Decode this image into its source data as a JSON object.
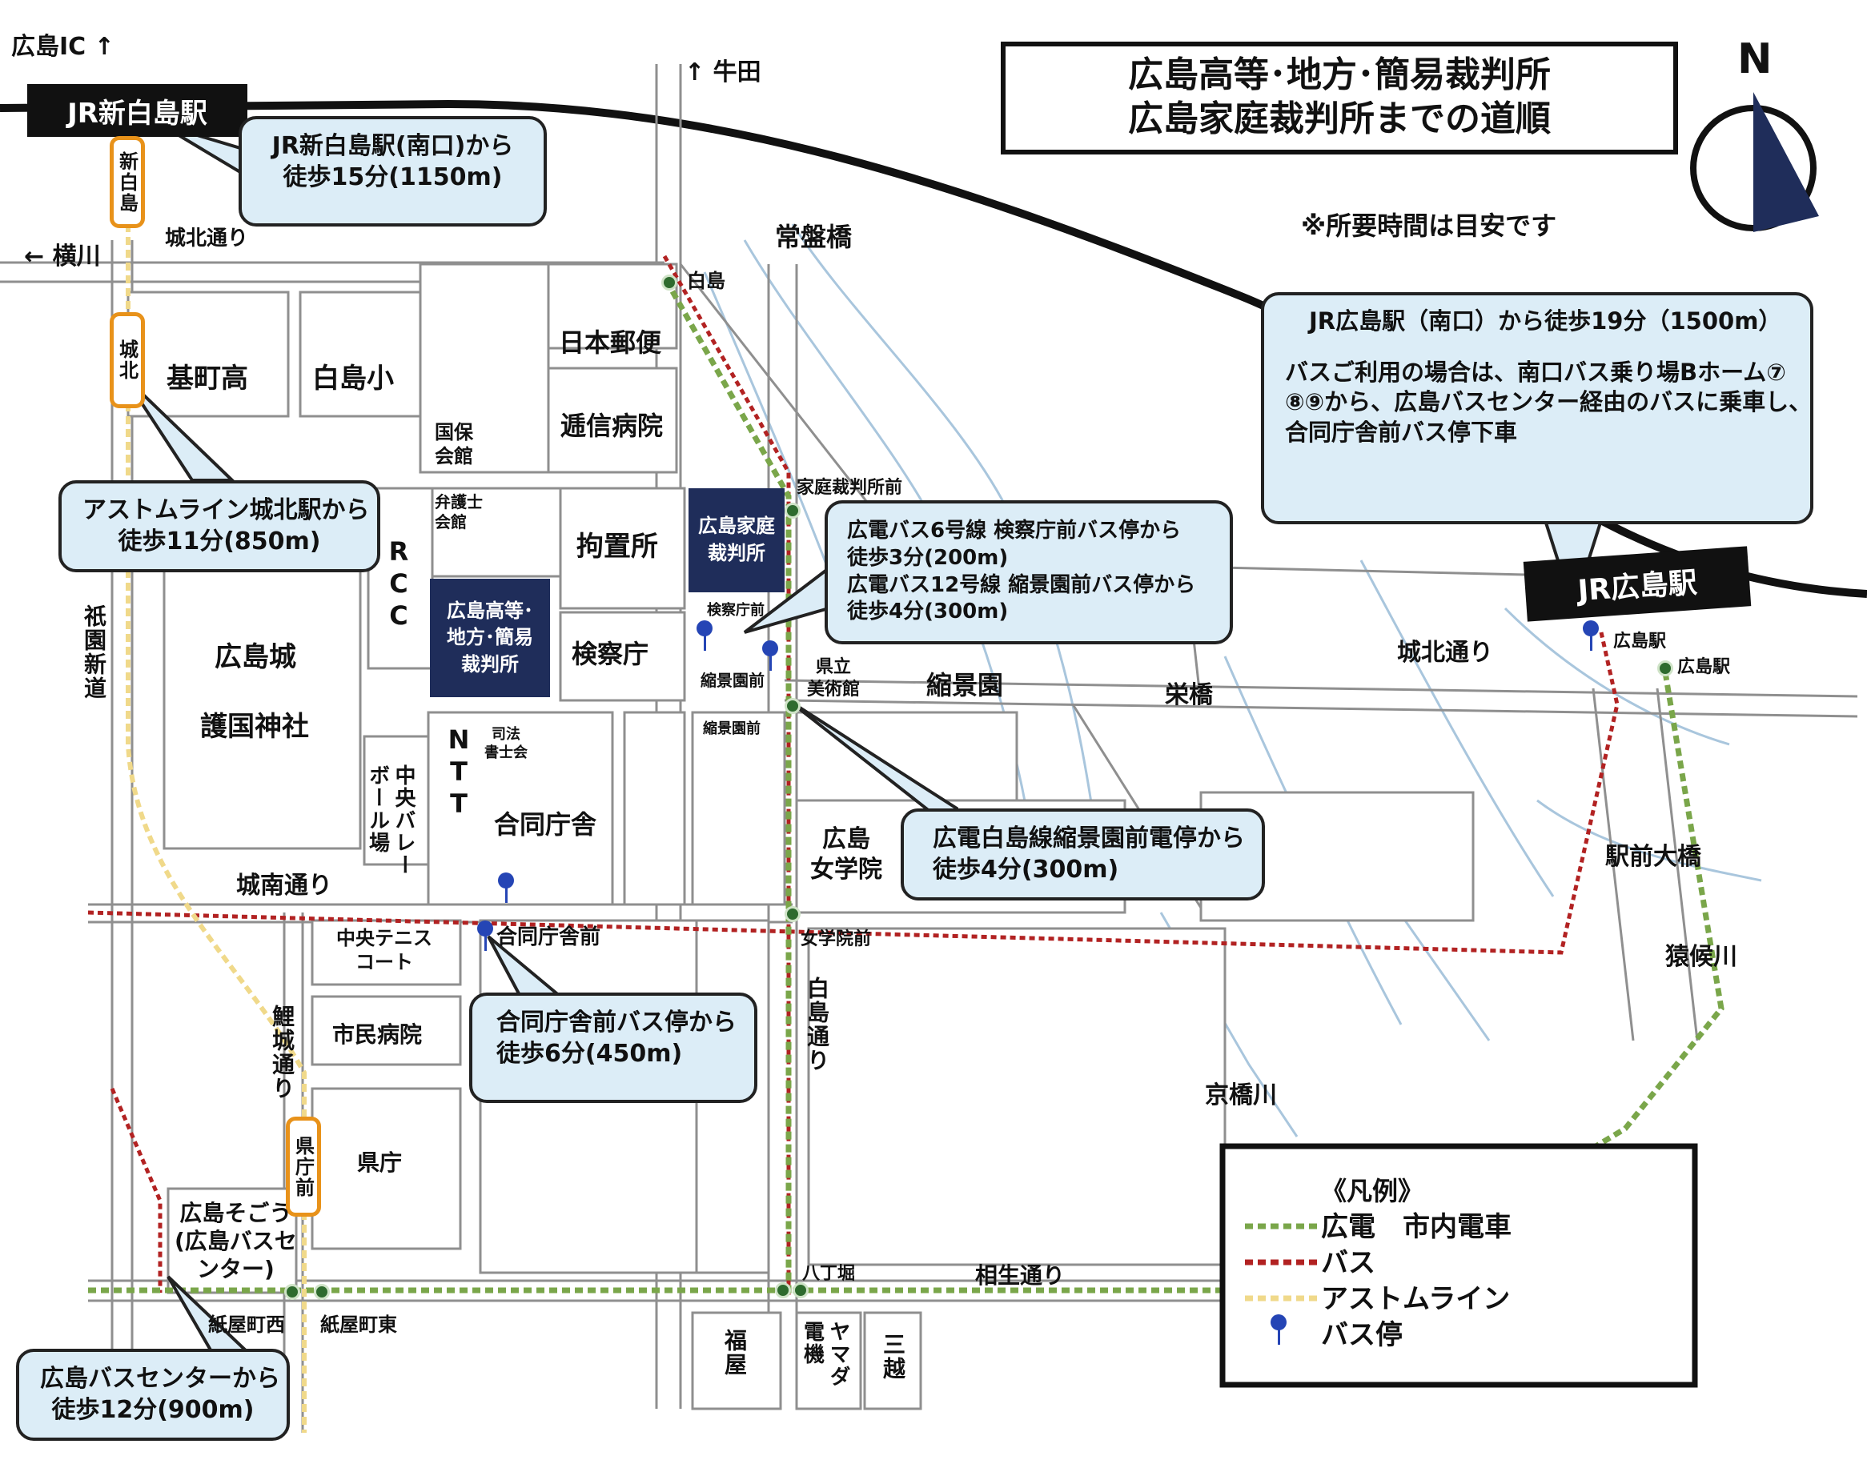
{
  "title": {
    "line1": "広島高等･地方･簡易裁判所",
    "line2": "広島家庭裁判所までの道順"
  },
  "compass": {
    "label": "N"
  },
  "note": "※所要時間は目安です",
  "colors": {
    "tram": "#7aa64a",
    "bus": "#b22222",
    "astram": "#f0d98a",
    "busstop": "#2545b5",
    "navy": "#1f2d5a",
    "callout": "#dcedf7",
    "station_border": "#e8921a"
  },
  "stations": {
    "shinhakushima_jr": "JR新白島駅",
    "hiroshima_jr": "JR広島駅"
  },
  "callouts": {
    "shinhakushima": [
      "JR新白島駅(南口)から",
      "徒歩15分(1150m)"
    ],
    "hiroshima": [
      "JR広島駅（南口）から徒歩19分（1500m）",
      "",
      "バスご利用の場合は、南口バス乗り場Bホーム⑦",
      "⑧⑨から、広島バスセンター経由のバスに乗車し、",
      "合同庁舎前バス停下車"
    ],
    "astram": [
      "アストムライン城北駅から",
      "徒歩11分(850m)"
    ],
    "kenbus": [
      "広電バス6号線 検察庁前バス停から",
      "徒歩3分(200m)",
      "広電バス12号線 縮景園前バス停から",
      "徒歩4分(300m)"
    ],
    "tramstop": [
      "広電白島線縮景園前電停から",
      "徒歩4分(300m)"
    ],
    "godo": [
      "合同庁舎前バス停から",
      "徒歩6分(450m)"
    ],
    "buscenter": [
      "広島バスセンターから",
      "徒歩12分(900m)"
    ]
  },
  "courts": {
    "high": [
      "広島高等･",
      "地方･簡易",
      "裁判所"
    ],
    "family": [
      "広島家庭",
      "裁判所"
    ]
  },
  "astram_stations": {
    "shinhakushima": "新白島",
    "johoku": "城北",
    "kenchomae": "県庁前"
  },
  "labels": {
    "ic": "広島IC ↑",
    "ushita": "↑ 牛田",
    "yokogawa": "← 横川",
    "johoku_dori_w": "城北通り",
    "johoku_dori_e": "城北通り",
    "tokiwabashi": "常盤橋",
    "hakushima_stop": "白島",
    "nihon_yubin": "日本郵便",
    "teishin": "逓信病院",
    "kokuho": [
      "国保",
      "会館"
    ],
    "motomachi": "基町高",
    "hakushima_sho": "白島小",
    "bengoshi": [
      "弁護士",
      "会館"
    ],
    "kochisho": "拘置所",
    "kenjisatsu": "検察庁",
    "rcc": "RCC",
    "hiroshima_jo": "広島城",
    "gokoku": "護国神社",
    "ntt": "NTT",
    "shiho": [
      "司法",
      "書士会"
    ],
    "chuo_volley": "中央バレーボール場",
    "godochosha": "合同庁舎",
    "jonan_dori": "城南通り",
    "kenritsu_bijutsukan": [
      "県立",
      "美術館"
    ],
    "shukkeien": "縮景園",
    "kasai_mae": "家庭裁判所前",
    "kensatsu_mae": "検察庁前",
    "shukkeien_mae_bus": "縮景園前",
    "shukkeien_mae_tram": "縮景園前",
    "sakaebashi": "栄橋",
    "hiroshima_jogakuin": [
      "広島",
      "女学院"
    ],
    "jogakuin_mae": "女学院前",
    "hakushima_dori": "白島通り",
    "chuo_tennis": [
      "中央テニス",
      "コート"
    ],
    "godo_mae": "合同庁舎前",
    "shimin_byoin": "市民病院",
    "kencho": "県庁",
    "rijo_dori": "鯉城通り",
    "sogo": [
      "広島そごう",
      "(広島バスセ",
      "ンター)"
    ],
    "kamiyacho_nishi": "紙屋町西",
    "kamiyacho_higashi": "紙屋町東",
    "hacchobori": "八丁堀",
    "aioi_dori": "相生通り",
    "fukuya": "福屋",
    "yamada": "ヤマダ電機",
    "mitsukoshi": "三越",
    "gion_shindo": "祇園新道",
    "kyobashi": "京橋川",
    "ekimae_ohashi": "駅前大橋",
    "enkogawa": "猿候川",
    "hiroshima_eki_bus": "広島駅",
    "hiroshima_eki_tram": "広島駅"
  },
  "legend": {
    "title": "《凡例》",
    "items": [
      {
        "label": "広電　市内電車",
        "kind": "tram"
      },
      {
        "label": "バス",
        "kind": "bus"
      },
      {
        "label": "アストムライン",
        "kind": "astram"
      },
      {
        "label": "バス停",
        "kind": "busstop"
      }
    ]
  }
}
